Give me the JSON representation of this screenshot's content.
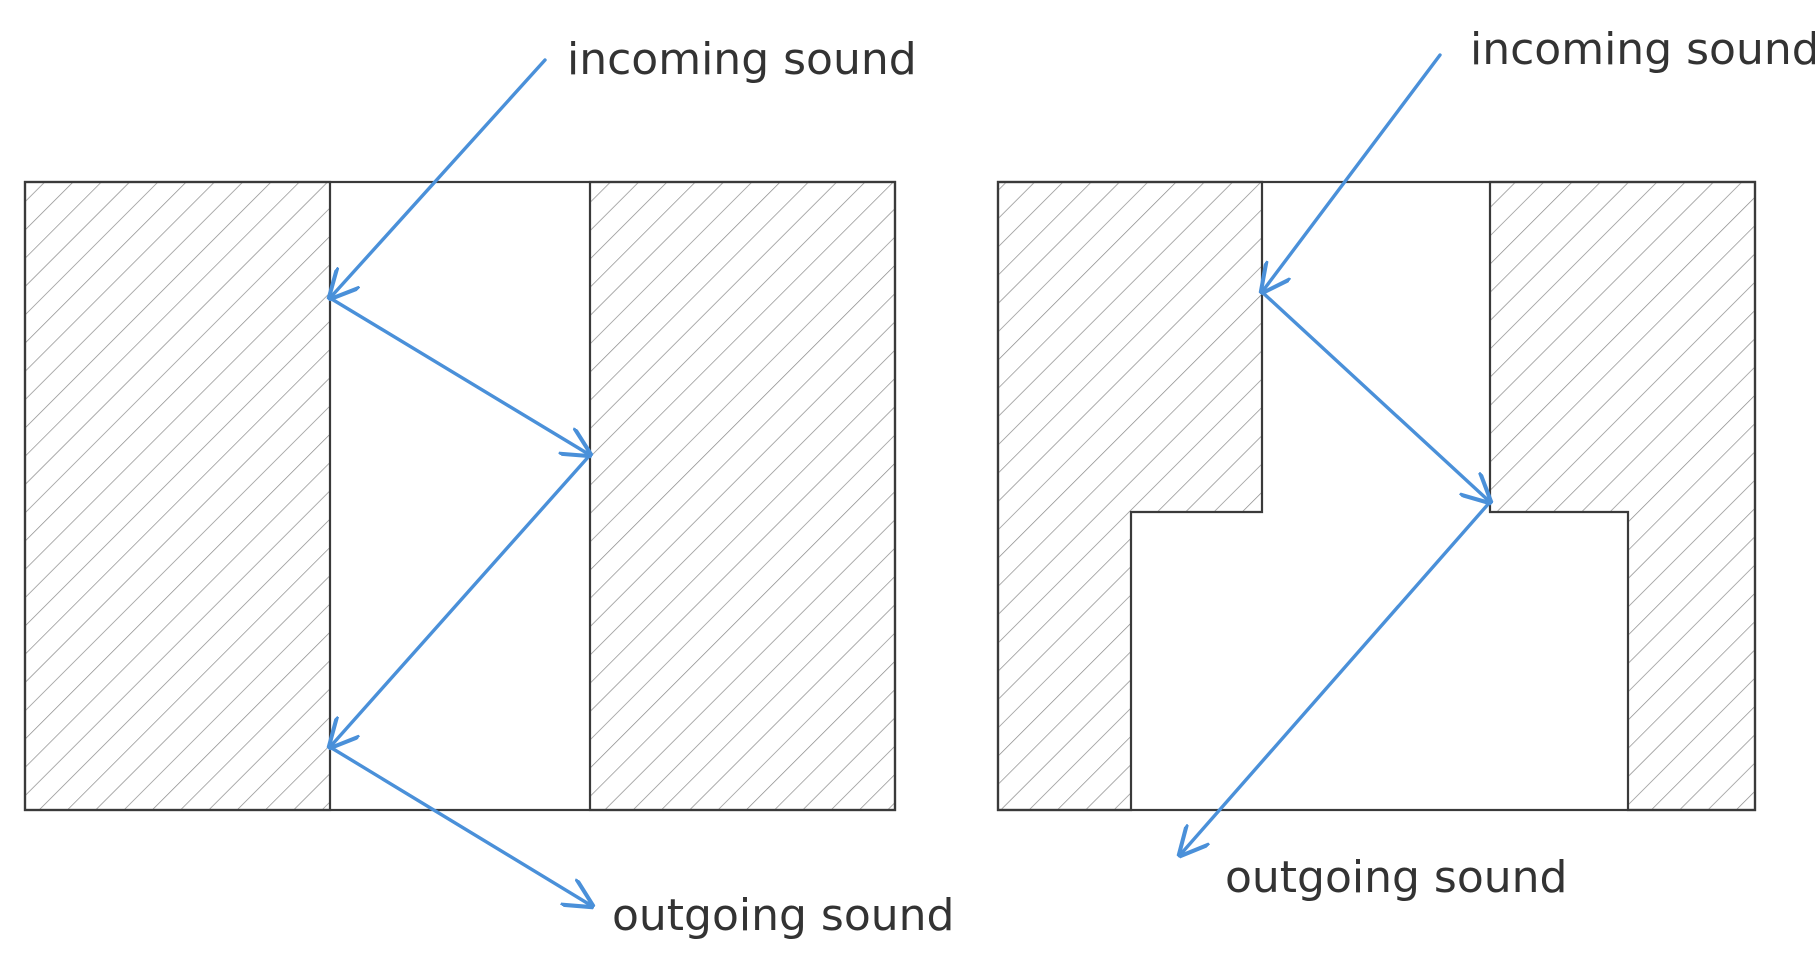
{
  "colors": {
    "ray": "#4a90d9",
    "wall_stroke": "#3a3a3a",
    "hatch": "#8a8a8a",
    "background": "#ffffff"
  },
  "left_panel": {
    "incoming_label": "incoming sound",
    "outgoing_label": "outgoing sound"
  },
  "right_panel": {
    "incoming_label": "incoming sound",
    "outgoing_label": "outgoing sound"
  }
}
